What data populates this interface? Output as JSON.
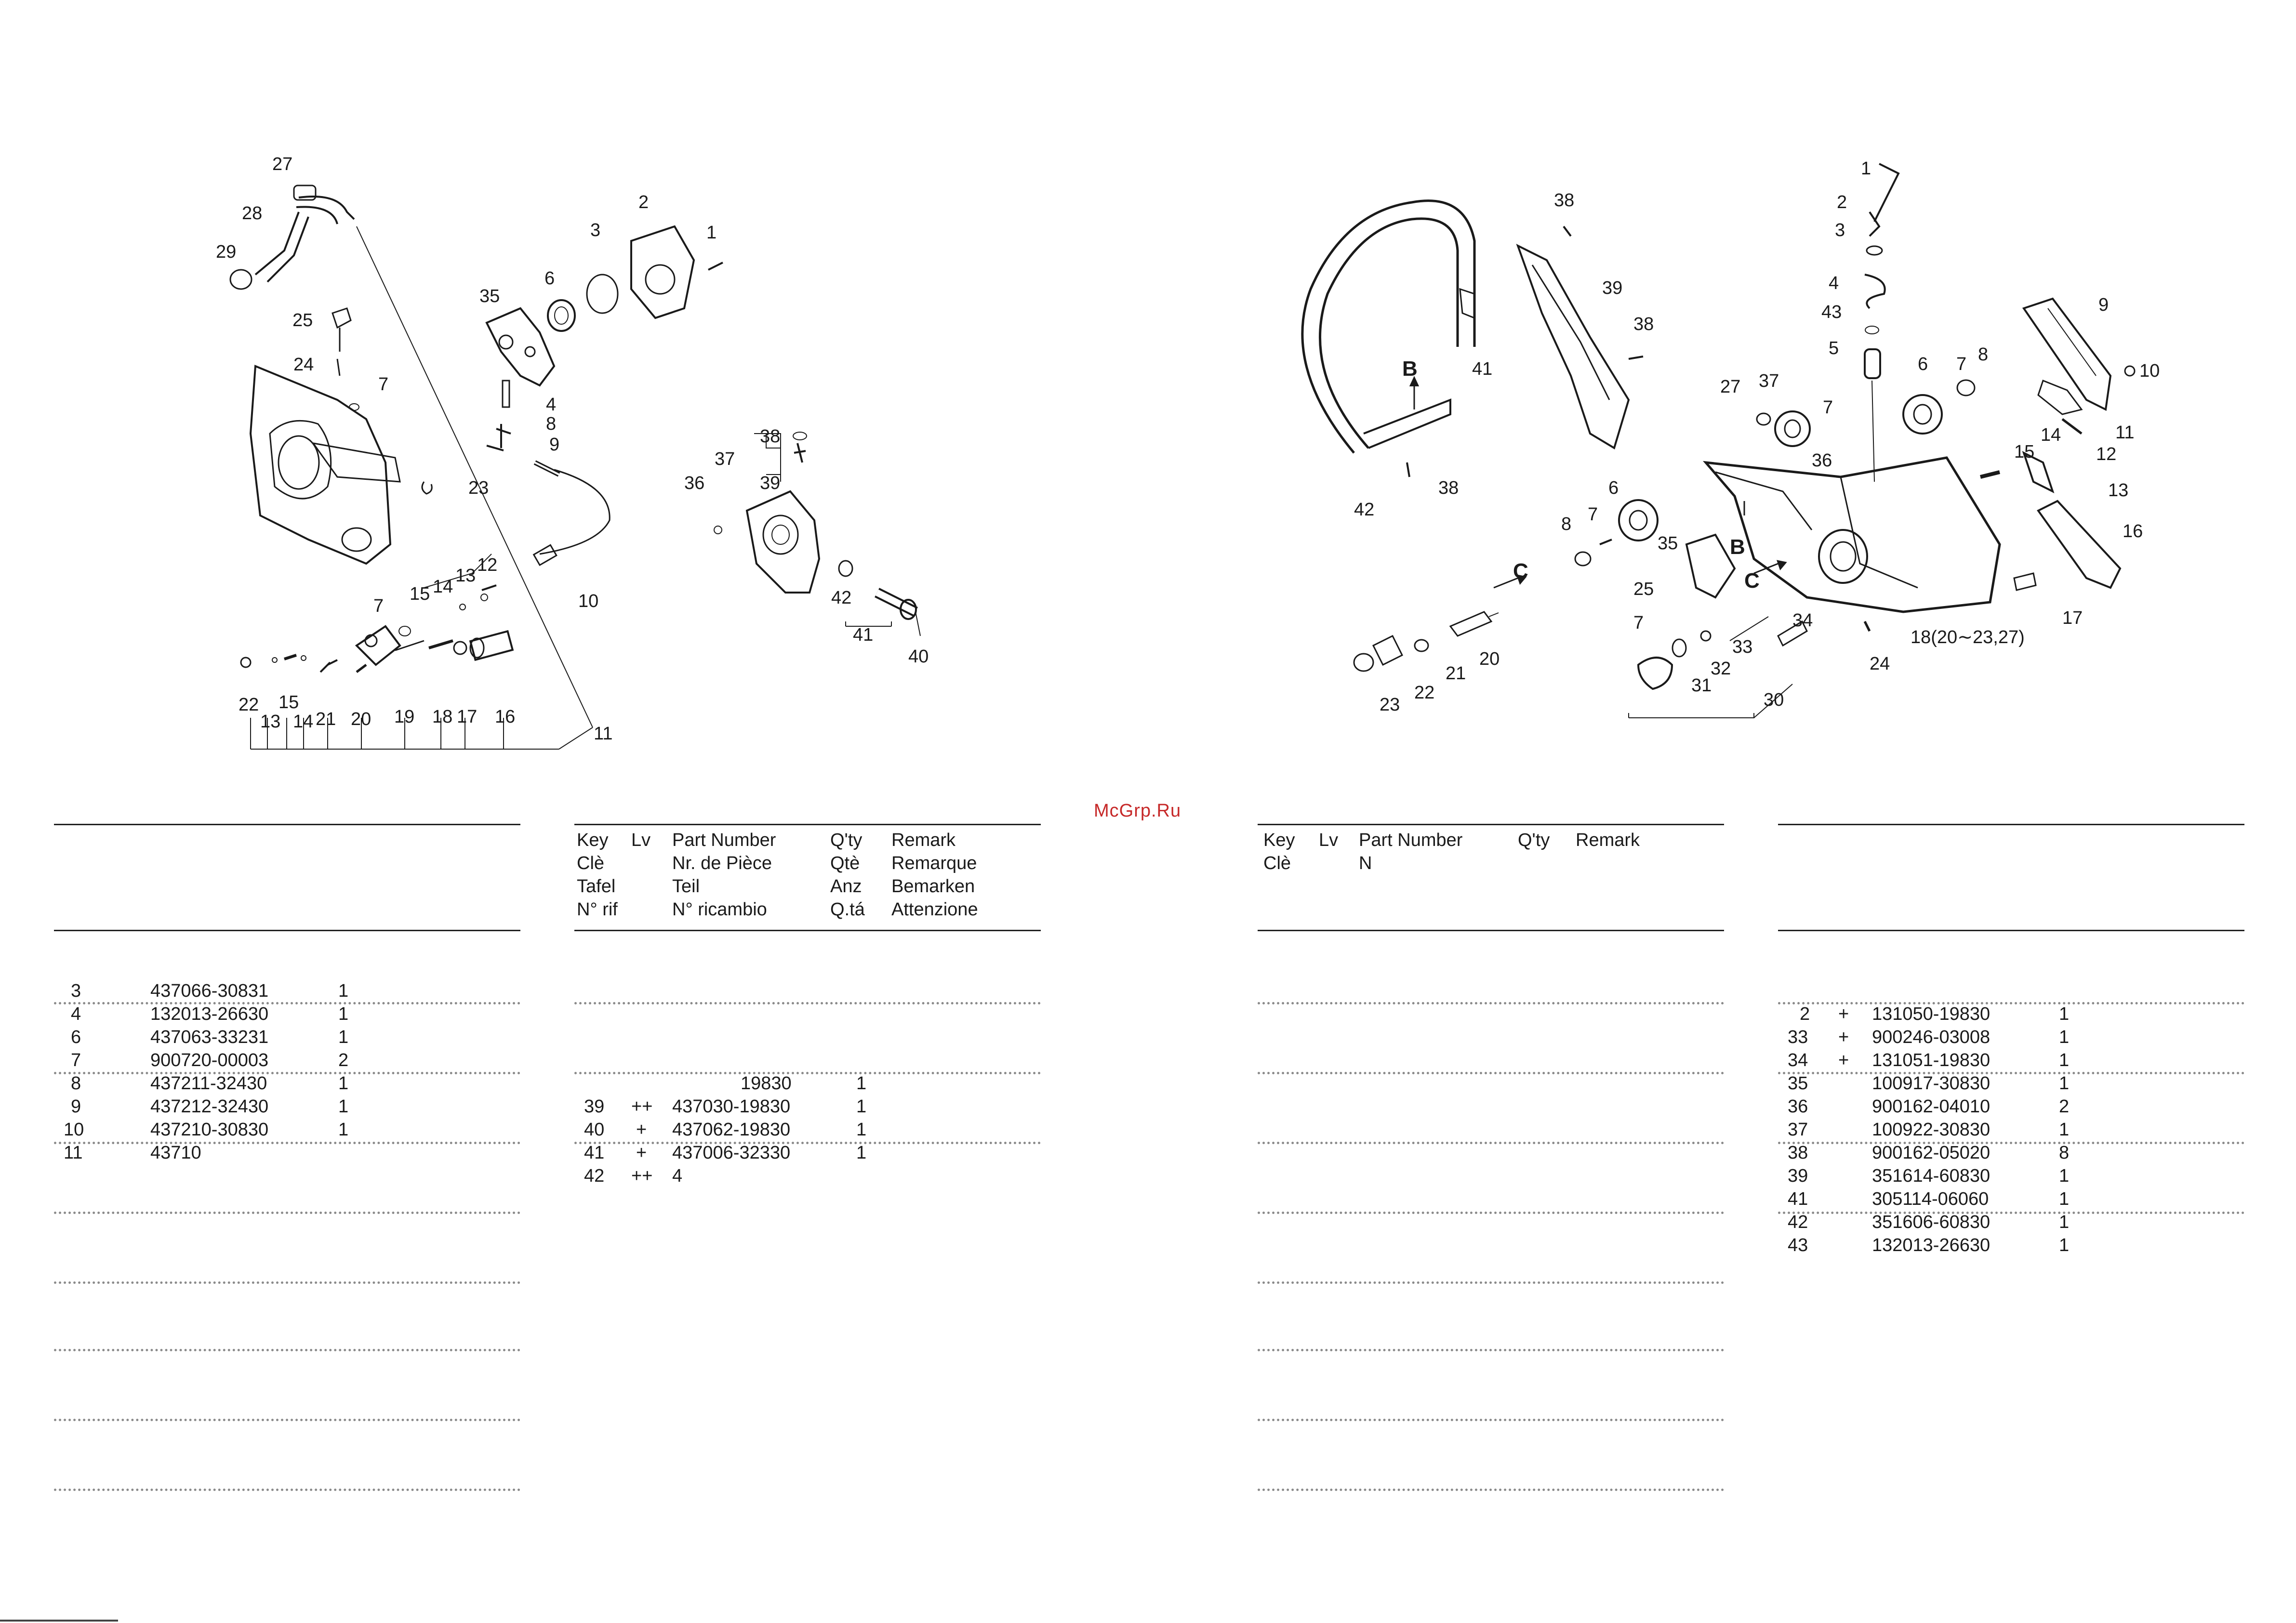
{
  "watermark": "McGrp.Ru",
  "left_diagram": {
    "callouts": [
      "27",
      "28",
      "29",
      "25",
      "24",
      "7",
      "23",
      "2",
      "3",
      "1",
      "6",
      "35",
      "4",
      "8",
      "9",
      "10",
      "36",
      "37",
      "38",
      "39",
      "42",
      "41",
      "40",
      "15",
      "14",
      "13",
      "12",
      "11",
      "22",
      "13",
      "15",
      "14",
      "21",
      "20",
      "19",
      "18",
      "17",
      "16",
      "7"
    ]
  },
  "right_diagram": {
    "callouts": [
      "38",
      "39",
      "38",
      "41",
      "B",
      "42",
      "38",
      "1",
      "2",
      "3",
      "4",
      "43",
      "5",
      "7",
      "6",
      "7",
      "8",
      "9",
      "10",
      "11",
      "12",
      "13",
      "14",
      "15",
      "16",
      "17",
      "18(20∼23,27)",
      "24",
      "27",
      "37",
      "36",
      "6",
      "8",
      "7",
      "35",
      "B",
      "C",
      "25",
      "C",
      "7",
      "33",
      "34",
      "32",
      "31",
      "30",
      "20",
      "21",
      "22",
      "23"
    ]
  },
  "table_header": {
    "key": [
      "Key",
      "Clè",
      "Tafel",
      "N° rif"
    ],
    "lv": [
      "Lv"
    ],
    "part_number": [
      "Part Number",
      "Nr. de Pièce",
      "Teil",
      "N° ricambio"
    ],
    "qty": [
      "Q'ty",
      "Qtè",
      "Anz",
      "Q.tá"
    ],
    "remark": [
      "Remark",
      "Remarque",
      "Bemarken",
      "Attenzione"
    ]
  },
  "table_header_b": {
    "key": [
      "Key",
      "Clè"
    ],
    "lv": [
      "Lv"
    ],
    "part_number": [
      "Part Number",
      "N"
    ],
    "qty": [
      "Q'ty"
    ],
    "remark": [
      "Remark"
    ]
  },
  "table1_rows": [
    {
      "key": "3",
      "part": "437066-30831",
      "qty": "1"
    },
    {
      "key": "4",
      "part": "132013-26630",
      "qty": "1"
    },
    {
      "key": "6",
      "part": "437063-33231",
      "qty": "1"
    },
    {
      "key": "7",
      "part": "900720-00003",
      "qty": "2"
    },
    {
      "key": "8",
      "part": "437211-32430",
      "qty": "1"
    },
    {
      "key": "9",
      "part": "437212-32430",
      "qty": "1"
    },
    {
      "key": "10",
      "part": "437210-30830",
      "qty": "1"
    },
    {
      "key": "11",
      "part": "43710",
      "qty": ""
    }
  ],
  "table2_rows": [
    {
      "key": "",
      "lv": "",
      "part": "19830",
      "qty": "1"
    },
    {
      "key": "39",
      "lv": "++",
      "part": "437030-19830",
      "qty": "1"
    },
    {
      "key": "40",
      "lv": "+",
      "part": "437062-19830",
      "qty": "1"
    },
    {
      "key": "41",
      "lv": "+",
      "part": "437006-32330",
      "qty": "1"
    },
    {
      "key": "42",
      "lv": "++",
      "part": "4",
      "qty": ""
    }
  ],
  "table4_rows": [
    {
      "key": "2",
      "lv": "+",
      "part": "131050-19830",
      "qty": "1"
    },
    {
      "key": "33",
      "lv": "+",
      "part": "900246-03008",
      "qty": "1"
    },
    {
      "key": "34",
      "lv": "+",
      "part": "131051-19830",
      "qty": "1"
    },
    {
      "key": "35",
      "lv": "",
      "part": "100917-30830",
      "qty": "1"
    },
    {
      "key": "36",
      "lv": "",
      "part": "900162-04010",
      "qty": "2"
    },
    {
      "key": "37",
      "lv": "",
      "part": "100922-30830",
      "qty": "1"
    },
    {
      "key": "38",
      "lv": "",
      "part": "900162-05020",
      "qty": "8"
    },
    {
      "key": "39",
      "lv": "",
      "part": "351614-60830",
      "qty": "1"
    },
    {
      "key": "41",
      "lv": "",
      "part": "305114-06060",
      "qty": "1"
    },
    {
      "key": "42",
      "lv": "",
      "part": "351606-60830",
      "qty": "1"
    },
    {
      "key": "43",
      "lv": "",
      "part": "132013-26630",
      "qty": "1"
    }
  ]
}
